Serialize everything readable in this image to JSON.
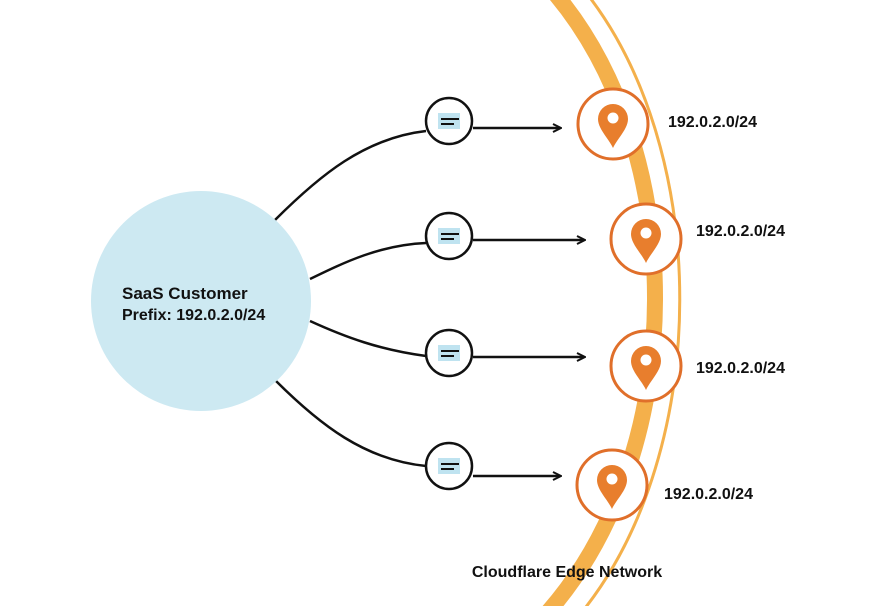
{
  "customer": {
    "title": "SaaS Customer",
    "prefix": "Prefix: 192.0.2.0/24"
  },
  "edge_network": {
    "label": "Cloudflare Edge Network"
  },
  "locations": [
    {
      "prefix": "192.0.2.0/24"
    },
    {
      "prefix": "192.0.2.0/24"
    },
    {
      "prefix": "192.0.2.0/24"
    },
    {
      "prefix": "192.0.2.0/24"
    }
  ],
  "colors": {
    "customer_fill": "#cde9f2",
    "edge_orange": "#f4b04b",
    "pin_orange": "#e87e2d",
    "pin_ring": "#e06f2a",
    "message_fill": "#bfe3f0",
    "line": "#111111"
  },
  "icons": {
    "message": "message-icon",
    "location": "location-pin-icon"
  }
}
